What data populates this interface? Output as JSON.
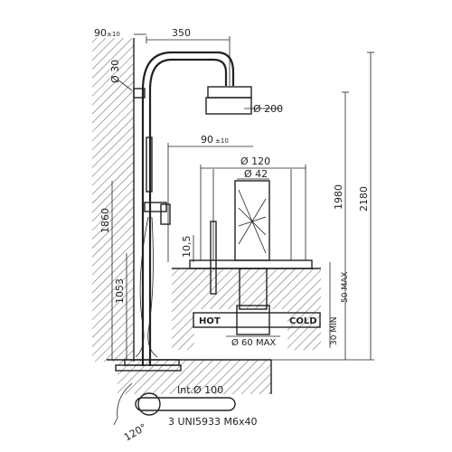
{
  "dimensions": {
    "wall_offset": "90",
    "wall_offset_tol": "±10",
    "arm_reach": "350",
    "tube_diameter": "Ø 30",
    "shower_head": "Ø 200",
    "valve_offset": "90",
    "valve_offset_tol": "±10",
    "flange_outer": "Ø 120",
    "flange_inner": "Ø 42",
    "flush_depth": "10,5",
    "height_head": "1980",
    "height_total": "2180",
    "height_mixer": "1860",
    "height_handshower": "1053",
    "max_depth": "50 MAX",
    "min_depth": "30 MIN",
    "pipe_max": "Ø 60 MAX"
  },
  "labels": {
    "hot": "HOT",
    "cold": "COLD",
    "bolt_circle": "Int.Ø 100",
    "fasteners": "3 UNI5933  M6x40",
    "angle": "120°"
  }
}
